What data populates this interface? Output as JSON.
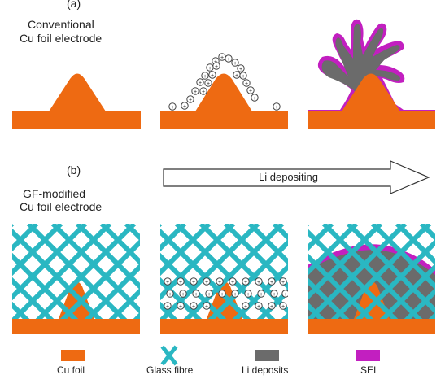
{
  "panel_a": {
    "tag": "(a)",
    "title_line1": "Conventional",
    "title_line2": "Cu foil electrode"
  },
  "panel_b": {
    "tag": "(b)",
    "title_line1": "GF-modified",
    "title_line2": "Cu foil electrode"
  },
  "arrow_label": "Li depositing",
  "ion_symbol": "+",
  "legend": [
    {
      "label": "Cu foil",
      "icon": "cu-foil-swatch",
      "color": "#ee6a12"
    },
    {
      "label": "Glass fibre",
      "icon": "glass-fibre-cross",
      "color": "#2ab7c2"
    },
    {
      "label": "Li deposits",
      "icon": "li-deposits-swatch",
      "color": "#6b6b6b"
    },
    {
      "label": "SEI",
      "icon": "sei-swatch",
      "color": "#c21fc0"
    }
  ],
  "colors": {
    "cu": "#ee6a12",
    "fibre": "#2ab7c2",
    "li": "#6b6b6b",
    "sei": "#c21fc0",
    "text": "#222222"
  }
}
